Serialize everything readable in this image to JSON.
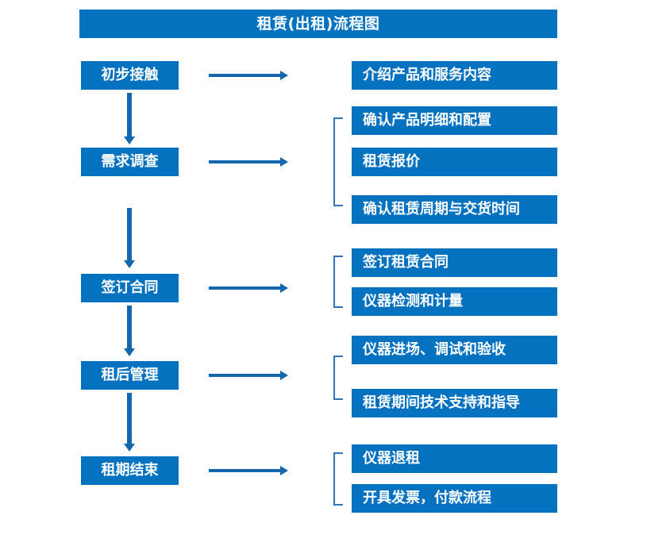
{
  "diagram": {
    "title": "租赁(出租)流程图",
    "colors": {
      "box_fill": "#0572C0",
      "box_text": "#FFFFFF",
      "arrow": "#1267AE",
      "bracket": "#2E75B6",
      "background": "#FFFFFF"
    },
    "stages": [
      {
        "id": "stage-1",
        "label": "初步接触",
        "details": [
          "介绍产品和服务内容"
        ],
        "has_bracket": false
      },
      {
        "id": "stage-2",
        "label": "需求调查",
        "details": [
          "确认产品明细和配置",
          "租赁报价",
          "确认租赁周期与交货时间"
        ],
        "has_bracket": true
      },
      {
        "id": "stage-3",
        "label": "签订合同",
        "details": [
          "签订租赁合同",
          "仪器检测和计量"
        ],
        "has_bracket": true
      },
      {
        "id": "stage-4",
        "label": "租后管理",
        "details": [
          "仪器进场、调试和验收",
          "租赁期间技术支持和指导"
        ],
        "has_bracket": true
      },
      {
        "id": "stage-5",
        "label": "租期结束",
        "details": [
          "仪器退租",
          "开具发票，付款流程"
        ],
        "has_bracket": true
      }
    ],
    "connectors": {
      "vertical_arrow_icon": "arrow-down-icon",
      "horizontal_arrow_icon": "arrow-right-icon",
      "bracket_icon": "left-brace-icon"
    }
  }
}
